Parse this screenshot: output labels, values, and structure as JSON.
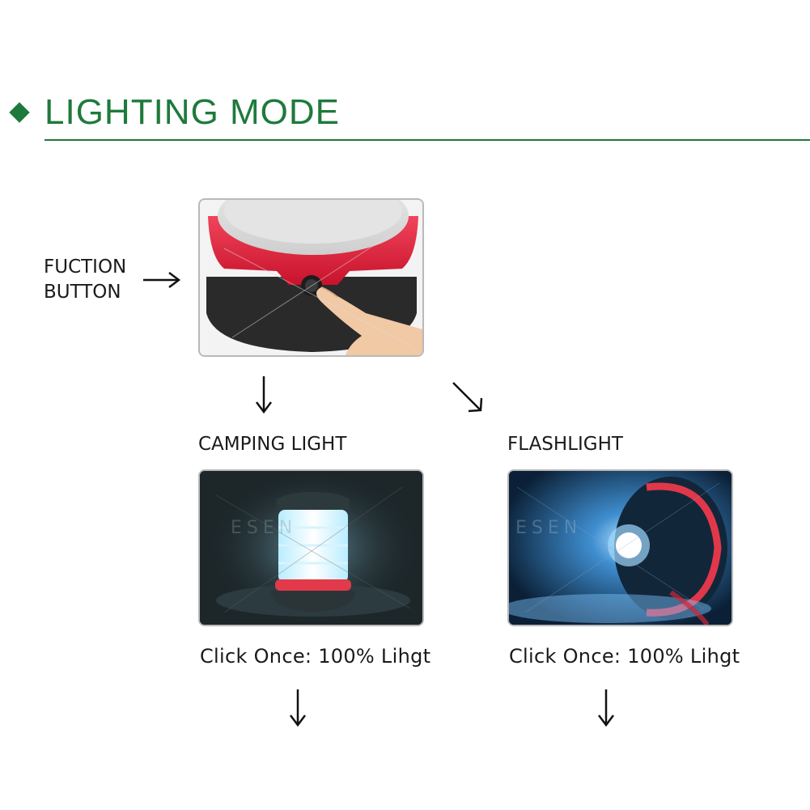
{
  "header": {
    "title": "LIGHTING MODE",
    "accent_color": "#1e7a3c",
    "marker_icon": "diamond-icon"
  },
  "function_button": {
    "label_line1": "FUCTION",
    "label_line2": "BUTTON",
    "arrow_icon": "arrow-right-icon"
  },
  "modes": [
    {
      "label": "CAMPING LIGHT",
      "caption": "Click Once: 100% Lihgt",
      "arrow_in": "arrow-down-icon",
      "arrow_out": "arrow-down-icon"
    },
    {
      "label": "FLASHLIGHT",
      "caption": "Click Once: 100% Lihgt",
      "arrow_in": "arrow-down-right-icon",
      "arrow_out": "arrow-down-icon"
    }
  ],
  "watermark": "ESEN"
}
